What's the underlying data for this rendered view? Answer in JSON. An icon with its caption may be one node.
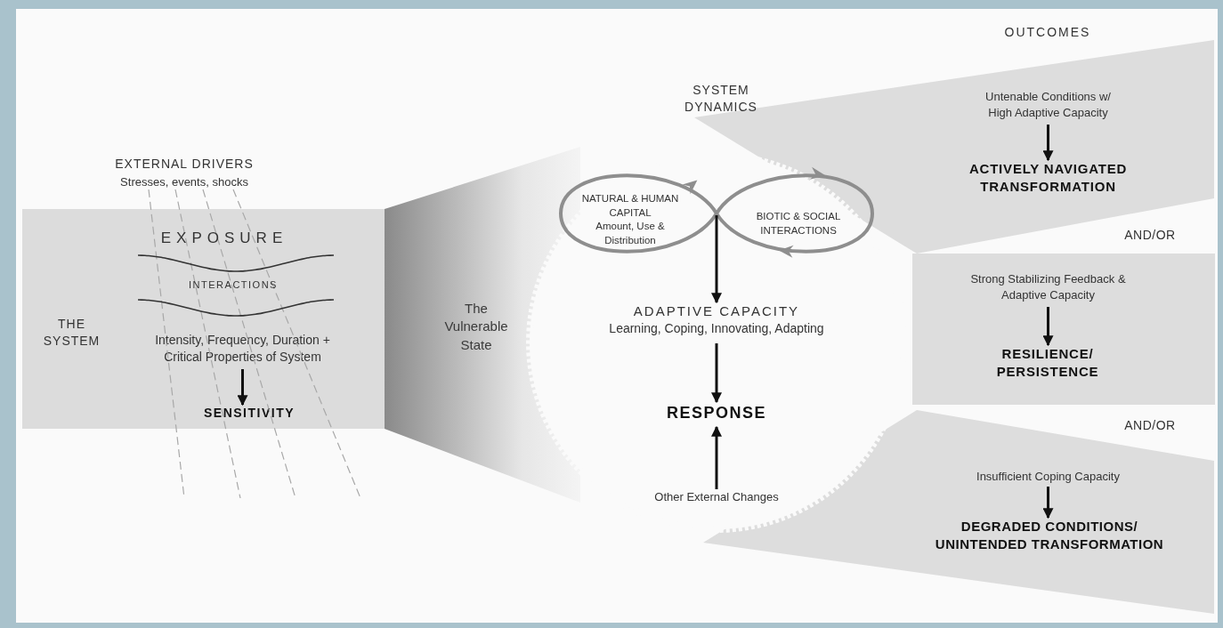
{
  "diagram": {
    "nodes": [
      {
        "text": [
          "THE SYSTEM"
        ]
      },
      {
        "text": [
          "Intensity, Frequency, Duration + Critical Properties of System"
        ],
        "in": 0
      },
      {
        "text": [
          "SENSITIVITY"
        ],
        "in": 0
      },
      {
        "text": [
          "The Vulnerable State"
        ]
      },
      {
        "text": [
          "SYSTEM DYNAMICS"
        ]
      },
      {
        "text": [],
        "shape": "loop",
        "in": 4
      },
      {
        "text": [
          "NATURAL & HUMAN CAPITAL",
          "Amount, Use & Distribution"
        ],
        "in": 5
      },
      {
        "text": [
          "BIOTIC & SOCIAL INTERACTIONS"
        ],
        "in": 5
      },
      {
        "text": [
          "ADAPTIVE CAPACITY",
          "Learning, Coping, Innovating, Adapting"
        ],
        "in": 4
      },
      {
        "text": [
          "RESPONSE"
        ],
        "in": 4
      },
      {
        "text": [
          "Other External Changes"
        ],
        "in": 4
      },
      {
        "text": [],
        "shape": "band"
      },
      {
        "text": [
          "Untenable Conditions w/ High Adaptive Capacity"
        ],
        "in": 11
      },
      {
        "text": [
          "ACTIVELY NAVIGATED TRANSFORMATION"
        ],
        "in": 11
      },
      {
        "text": [],
        "shape": "band"
      },
      {
        "text": [
          "Strong Stabilizing Feedback & Adaptive Capacity"
        ],
        "in": 14
      },
      {
        "text": [
          "RESILIENCE/ PERSISTENCE"
        ],
        "in": 14
      },
      {
        "text": [],
        "shape": "band"
      },
      {
        "text": [
          "Insufficient Coping Capacity"
        ],
        "in": 17
      },
      {
        "text": [
          "DEGRADED CONDITIONS/ UNINTENDED TRANSFORMATION"
        ],
        "in": 17
      }
    ],
    "edges": [
      {
        "from": 1,
        "to": 2,
        "arrow": "to"
      },
      {
        "from": 5,
        "to": 8,
        "arrow": "to"
      },
      {
        "from": 8,
        "to": 9,
        "arrow": "to"
      },
      {
        "from": 10,
        "to": 9,
        "arrow": "to"
      },
      {
        "from": 12,
        "to": 13,
        "arrow": "to"
      },
      {
        "from": 15,
        "to": 16,
        "arrow": "to"
      },
      {
        "from": 18,
        "to": 19,
        "arrow": "to"
      }
    ],
    "labels": [
      "EXTERNAL DRIVERS",
      "Stresses, events, shocks",
      "EXPOSURE",
      "INTERACTIONS",
      "OUTCOMES",
      "AND/OR",
      "AND/OR"
    ]
  }
}
